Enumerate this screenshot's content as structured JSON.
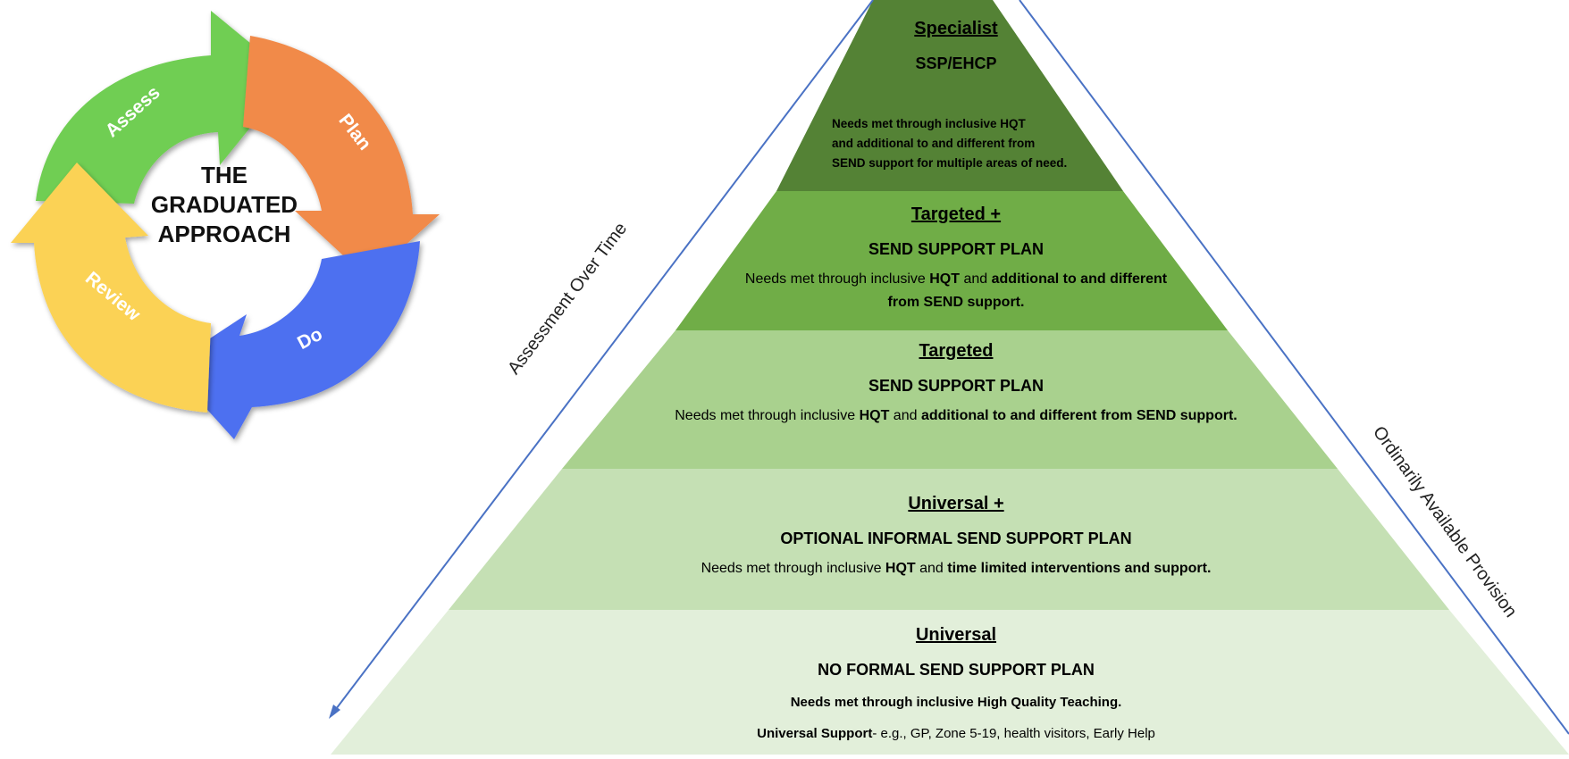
{
  "cycle": {
    "center_lines": [
      "THE",
      "GRADUATED",
      "APPROACH"
    ],
    "stages": [
      {
        "label": "Assess",
        "color": "#6fce52"
      },
      {
        "label": "Plan",
        "color": "#f18a4a"
      },
      {
        "label": "Do",
        "color": "#4e6ff0"
      },
      {
        "label": "Review",
        "color": "#fbd254"
      }
    ]
  },
  "axes": {
    "left_label": "Assessment Over Time",
    "right_label": "Ordinarily Available Provision",
    "line_color": "#4a72c4"
  },
  "tiers": [
    {
      "title": "Specialist",
      "plan": "SSP/EHCP",
      "color": "#548235",
      "desc_lines": [
        [
          {
            "t": "Needs met through inclusive HQT",
            "b": false
          }
        ],
        [
          {
            "t": "and additional to and different from",
            "b": false
          }
        ],
        [
          {
            "t": "SEND support for multiple areas of need.",
            "b": false
          }
        ]
      ]
    },
    {
      "title": "Targeted +",
      "plan": "SEND SUPPORT PLAN",
      "color": "#70ad47",
      "desc_lines": [
        [
          {
            "t": "Needs met through inclusive ",
            "b": false
          },
          {
            "t": "HQT",
            "b": true
          },
          {
            "t": " and ",
            "b": false
          },
          {
            "t": "additional to and different",
            "b": true
          }
        ],
        [
          {
            "t": "from SEND support.",
            "b": true
          }
        ]
      ]
    },
    {
      "title": "Targeted",
      "plan": "SEND SUPPORT PLAN",
      "color": "#a9d18e",
      "desc_lines": [
        [
          {
            "t": "Needs met through inclusive ",
            "b": false
          },
          {
            "t": "HQT",
            "b": true
          },
          {
            "t": " and ",
            "b": false
          },
          {
            "t": "additional to and different from SEND support.",
            "b": true
          }
        ]
      ]
    },
    {
      "title": "Universal +",
      "plan": "OPTIONAL INFORMAL SEND SUPPORT PLAN",
      "color": "#c5e0b4",
      "desc_lines": [
        [
          {
            "t": "Needs met through inclusive ",
            "b": false
          },
          {
            "t": "HQT",
            "b": true
          },
          {
            "t": " and ",
            "b": false
          },
          {
            "t": "time limited interventions and support.",
            "b": true
          }
        ]
      ]
    },
    {
      "title": "Universal",
      "plan": "NO FORMAL SEND SUPPORT PLAN",
      "color": "#e2efda",
      "desc_lines": [
        [
          {
            "t": "Needs met through inclusive High Quality Teaching.",
            "b": true
          }
        ],
        [
          {
            "t": "Universal Support",
            "b": true
          },
          {
            "t": "- e.g., GP, Zone 5-19, health visitors, Early Help",
            "b": false
          }
        ]
      ]
    }
  ]
}
